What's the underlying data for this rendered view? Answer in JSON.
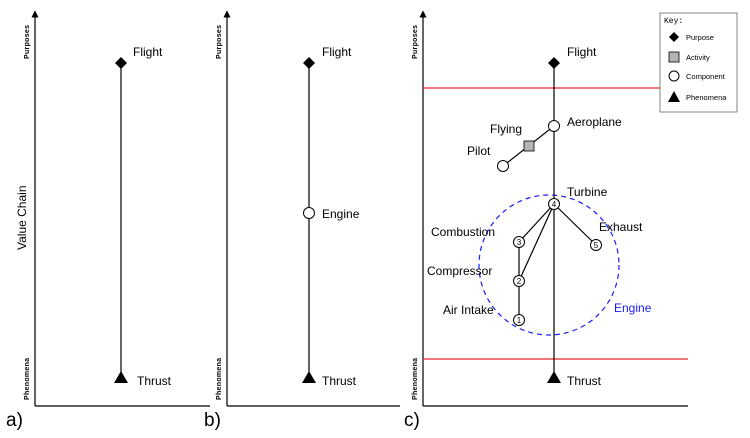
{
  "axes": {
    "top_label": "Purposes",
    "bottom_label": "Phenomena",
    "value_chain_label": "Value Chain"
  },
  "panels": {
    "a": {
      "label": "a)",
      "nodes": {
        "flight": "Flight",
        "thrust": "Thrust"
      }
    },
    "b": {
      "label": "b)",
      "nodes": {
        "flight": "Flight",
        "engine": "Engine",
        "thrust": "Thrust"
      }
    },
    "c": {
      "label": "c)",
      "nodes": {
        "flight": "Flight",
        "aeroplane": "Aeroplane",
        "flying": "Flying",
        "pilot": "Pilot",
        "turbine": "Turbine",
        "exhaust": "Exhaust",
        "combustion": "Combustion",
        "compressor": "Compressor",
        "air_intake": "Air Intake",
        "thrust": "Thrust"
      },
      "engine_label": "Engine",
      "numbers": {
        "n1": "1",
        "n2": "2",
        "n3": "3",
        "n4": "4",
        "n5": "5"
      },
      "boundary_color": "#e8262a",
      "engine_color": "#1a1aff"
    }
  },
  "key": {
    "title": "Key:",
    "items": {
      "purpose": "Purpose",
      "activity": "Activity",
      "component": "Component",
      "phenomena": "Phenomena"
    },
    "icons": {
      "purpose": "diamond-icon",
      "activity": "square-icon",
      "component": "circle-icon",
      "phenomena": "triangle-icon"
    }
  }
}
